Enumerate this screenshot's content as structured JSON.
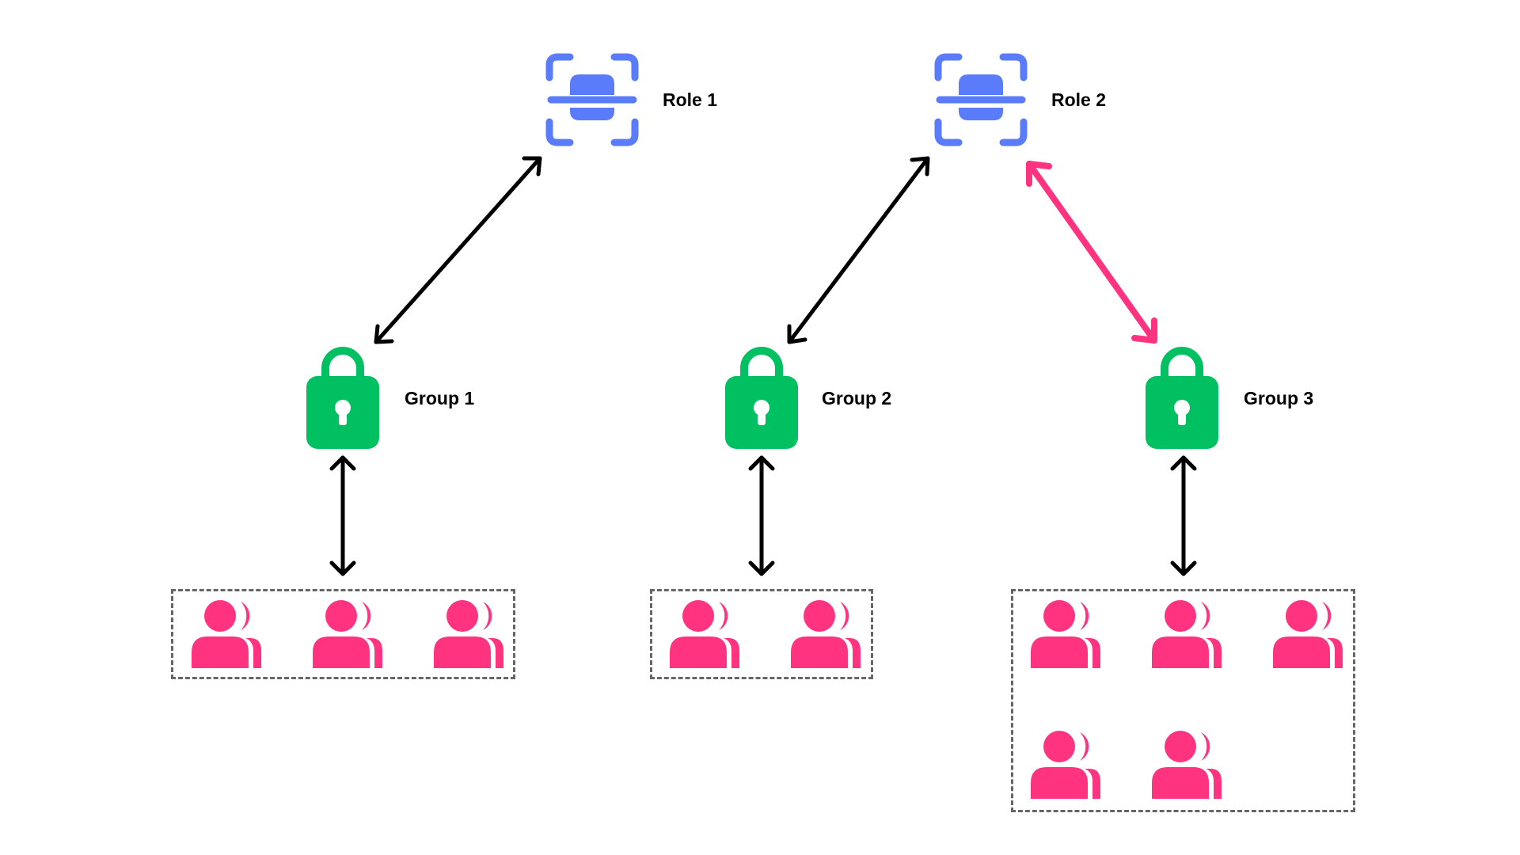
{
  "colors": {
    "role": "#5B7CFA",
    "group": "#00C062",
    "user": "#FF3380",
    "arrow": "#000000",
    "highlight_arrow": "#FF3380",
    "box_border": "#666666"
  },
  "roles": [
    {
      "label": "Role 1",
      "icon": "face-scan-icon"
    },
    {
      "label": "Role 2",
      "icon": "face-scan-icon"
    }
  ],
  "groups": [
    {
      "label": "Group 1",
      "icon": "lock-icon",
      "user_count": 3
    },
    {
      "label": "Group 2",
      "icon": "lock-icon",
      "user_count": 2
    },
    {
      "label": "Group 3",
      "icon": "lock-icon",
      "user_count": 5
    }
  ],
  "links": [
    {
      "from": "Role 1",
      "to": "Group 1",
      "highlighted": false
    },
    {
      "from": "Role 2",
      "to": "Group 2",
      "highlighted": false
    },
    {
      "from": "Role 2",
      "to": "Group 3",
      "highlighted": true
    },
    {
      "from": "Group 1",
      "to": "users-1",
      "highlighted": false
    },
    {
      "from": "Group 2",
      "to": "users-2",
      "highlighted": false
    },
    {
      "from": "Group 3",
      "to": "users-3",
      "highlighted": false
    }
  ],
  "user_icon": "users-icon"
}
